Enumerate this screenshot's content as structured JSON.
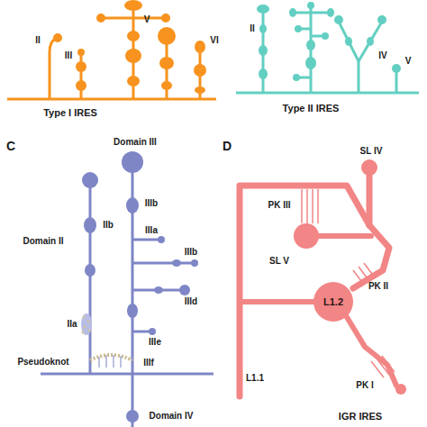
{
  "diagram": {
    "nodes": [
      {
        "text": [
          "L1.2"
        ]
      }
    ],
    "labels": [
      "V",
      "II",
      "III",
      "VI",
      "Type I IRES",
      "II",
      "IV",
      "V",
      "Type II IRES",
      "C",
      "Domain III",
      "D",
      "SL IV",
      "IIIb",
      "PK III",
      "IIb",
      "IIIa",
      "SL V",
      "Domain II",
      "IIIb",
      "IIId",
      "PK II",
      "IIa",
      "IIIe",
      "Pseudoknot",
      "IIIf",
      "L1.1",
      "PK I",
      "IGR IRES",
      "Domain IV"
    ]
  }
}
